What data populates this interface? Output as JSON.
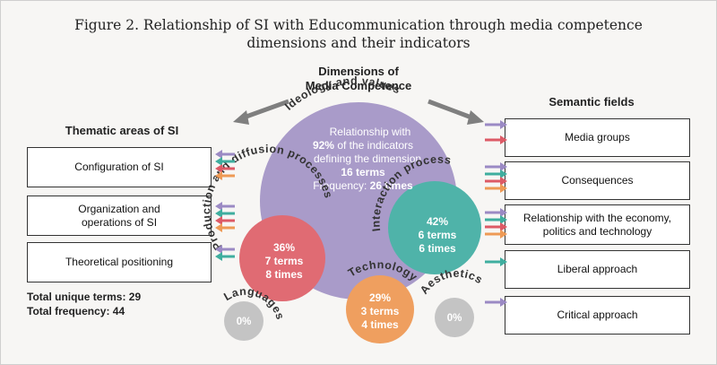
{
  "figure": {
    "title_line1": "Figure 2. Relationship of SI with Educommunication through media competence",
    "title_line2": "dimensions and their indicators"
  },
  "center": {
    "heading_line1": "Dimensions of",
    "heading_line2": "Media Competence"
  },
  "left": {
    "heading": "Thematic areas of SI",
    "boxes": [
      {
        "line1": "Configuration of SI",
        "line2": ""
      },
      {
        "line1": "Organization and",
        "line2": "operations of SI"
      },
      {
        "line1": "Theoretical positioning",
        "line2": ""
      }
    ],
    "total_terms": "Total unique terms: 29",
    "total_frequency": "Total frequency: 44"
  },
  "right": {
    "heading": "Semantic fields",
    "boxes": [
      {
        "line1": "Media groups",
        "line2": ""
      },
      {
        "line1": "Consequences",
        "line2": ""
      },
      {
        "line1": "Relationship with the economy,",
        "line2": "politics and technology"
      },
      {
        "line1": "Liberal approach",
        "line2": ""
      },
      {
        "line1": "Critical approach",
        "line2": ""
      }
    ]
  },
  "dimensions": {
    "ideology": {
      "label": "Ideology and values",
      "line1": "Relationship with",
      "line2_pct": "92%",
      "line2_rest": " of the indicators",
      "line3": "defining the dimension",
      "line4": "16 terms",
      "line5_label": "Frequency: ",
      "line5_value": "26 times",
      "color": "#a99bc9"
    },
    "interaction": {
      "label": "Interaction process",
      "pct": "42%",
      "terms": "6 terms",
      "times": "6 times",
      "color": "#4fb3a9"
    },
    "production": {
      "label": "Production and diffusion processes",
      "pct": "36%",
      "terms": "7 terms",
      "times": "8 times",
      "color": "#e06b73"
    },
    "technology": {
      "label": "Technology",
      "pct": "29%",
      "terms": "3 terms",
      "times": "4 times",
      "color": "#ef9f5f"
    },
    "languages": {
      "label": "Languages",
      "pct": "0%",
      "color": "#c4c4c4"
    },
    "aesthetics": {
      "label": "Aesthetics",
      "pct": "0%",
      "color": "#c4c4c4"
    }
  },
  "arrow_colors": {
    "purple": "#9b8ac4",
    "teal": "#3fae9f",
    "red": "#dd5a66",
    "orange": "#ee9a55",
    "gray": "#7f7f7f"
  }
}
